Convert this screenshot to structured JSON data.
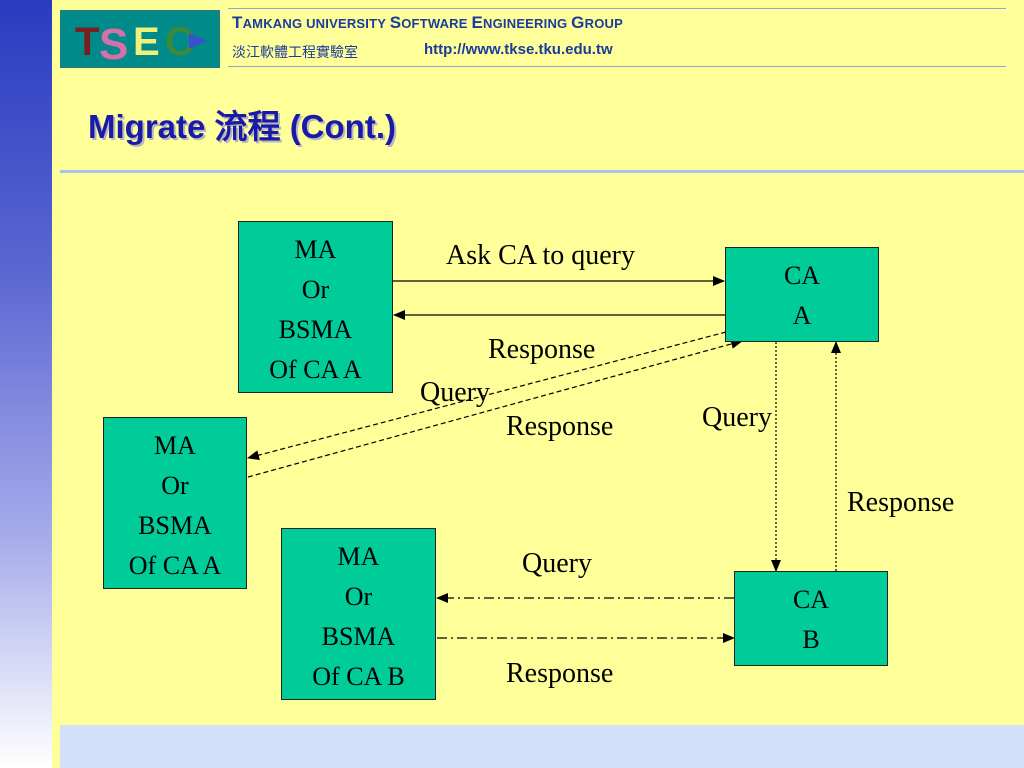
{
  "header": {
    "logo_text": "TSEC",
    "title_parts": [
      {
        "t": "T",
        "small": false
      },
      {
        "t": "AMKANG UNIVERSITY ",
        "small": true
      },
      {
        "t": "S",
        "small": false
      },
      {
        "t": "OFTWARE ",
        "small": true
      },
      {
        "t": "E",
        "small": false
      },
      {
        "t": "NGINEERING ",
        "small": true
      },
      {
        "t": "G",
        "small": false
      },
      {
        "t": "ROUP",
        "small": true
      }
    ],
    "subtitle": "淡江軟體工程實驗室",
    "url": "http://www.tkse.tku.edu.tw"
  },
  "title": "Migrate 流程 (Cont.)",
  "boxes": {
    "ma_top": [
      "MA",
      "Or",
      "BSMA",
      "Of CA A"
    ],
    "ma_left": [
      "MA",
      "Or",
      "BSMA",
      "Of CA A"
    ],
    "ma_bottom": [
      "MA",
      "Or",
      "BSMA",
      "Of CA B"
    ],
    "ca_a": [
      "CA",
      "A"
    ],
    "ca_b": [
      "CA",
      "B"
    ]
  },
  "labels": {
    "ask_ca": "Ask CA to query",
    "response_top": "Response",
    "query_diag": "Query",
    "response_diag": "Response",
    "query_vertical": "Query",
    "response_vertical": "Response",
    "query_bottom": "Query",
    "response_bottom": "Response"
  },
  "colors": {
    "box_fill": "#00cc99",
    "background": "#ffff99",
    "title": "#1a1aa8",
    "header_text": "#1a3c9c"
  }
}
